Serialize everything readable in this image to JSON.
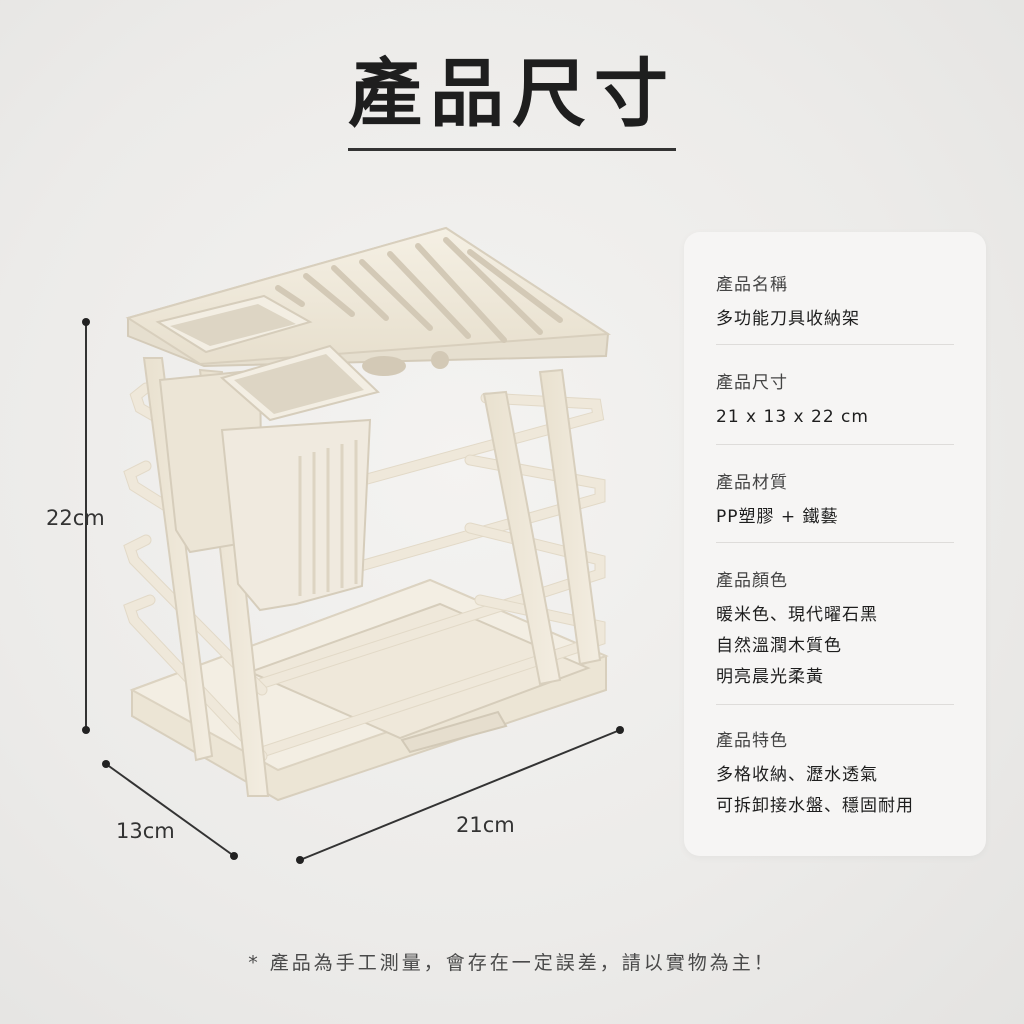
{
  "title": "產品尺寸",
  "dimensions": {
    "height": "22cm",
    "depth": "13cm",
    "width": "21cm"
  },
  "specs": [
    {
      "label": "產品名稱",
      "lines": [
        "多功能刀具收納架"
      ]
    },
    {
      "label": "產品尺寸",
      "lines": [
        "21 x 13 x 22 cm"
      ]
    },
    {
      "label": "產品材質",
      "lines": [
        "PP塑膠 + 鐵藝"
      ]
    },
    {
      "label": "產品顏色",
      "lines": [
        "暖米色、現代曜石黑",
        "自然溫潤木質色",
        "明亮晨光柔黃"
      ]
    },
    {
      "label": "產品特色",
      "lines": [
        "多格收納、瀝水透氣",
        "可拆卸接水盤、穩固耐用"
      ]
    }
  ],
  "footnote": "* 產品為手工測量，會存在一定誤差，請以實物為主！",
  "colors": {
    "product_cream": "#f1ebdd",
    "product_shadow": "#ddd4c2",
    "card_bg": "#f6f5f4",
    "text_dark": "#1e1e1e"
  }
}
